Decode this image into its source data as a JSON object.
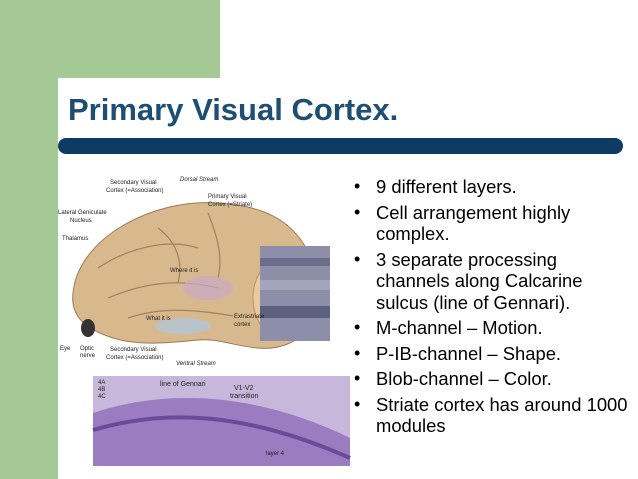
{
  "slide": {
    "title": "Primary Visual Cortex.",
    "bullets": [
      {
        "text": "9 different layers."
      },
      {
        "text": "Cell arrangement highly complex."
      },
      {
        "text": "3 separate processing channels along Calcarine sulcus (line of Gennari)."
      },
      {
        "text": "M-channel – Motion."
      },
      {
        "text": "P-IB-channel – Shape."
      },
      {
        "text": "Blob-channel – Color."
      },
      {
        "text": "Striate cortex has around 1000 modules"
      }
    ]
  },
  "figure": {
    "labels": {
      "dorsal_stream": "Dorsal Stream",
      "secondary_visual_top": "Secondary Visual",
      "cortex_association_top": "Cortex (=Association)",
      "primary_visual": "Primary Visual",
      "cortex_striate": "Cortex (=Striate)",
      "lateral_geniculate": "Lateral Geniculate",
      "nucleus": "Nucleus",
      "thalamus": "Thalamus",
      "where_it_is": "Where it is",
      "what_it_is": "What it is",
      "extrastriate": "Extrastriate",
      "cortex": "cortex",
      "eye": "Eye",
      "optic": "Optic",
      "nerve": "nerve",
      "secondary_visual_bottom": "Secondary Visual",
      "cortex_association_bottom": "Cortex (=Association)",
      "ventral_stream": "Ventral Stream",
      "layer_4a": "4A",
      "layer_4b": "4B",
      "layer_4c": "4C",
      "line_of_gennari": "line of Gennari",
      "v1_v2": "V1-V2",
      "transition": "transition",
      "layer_4": "layer 4"
    }
  }
}
